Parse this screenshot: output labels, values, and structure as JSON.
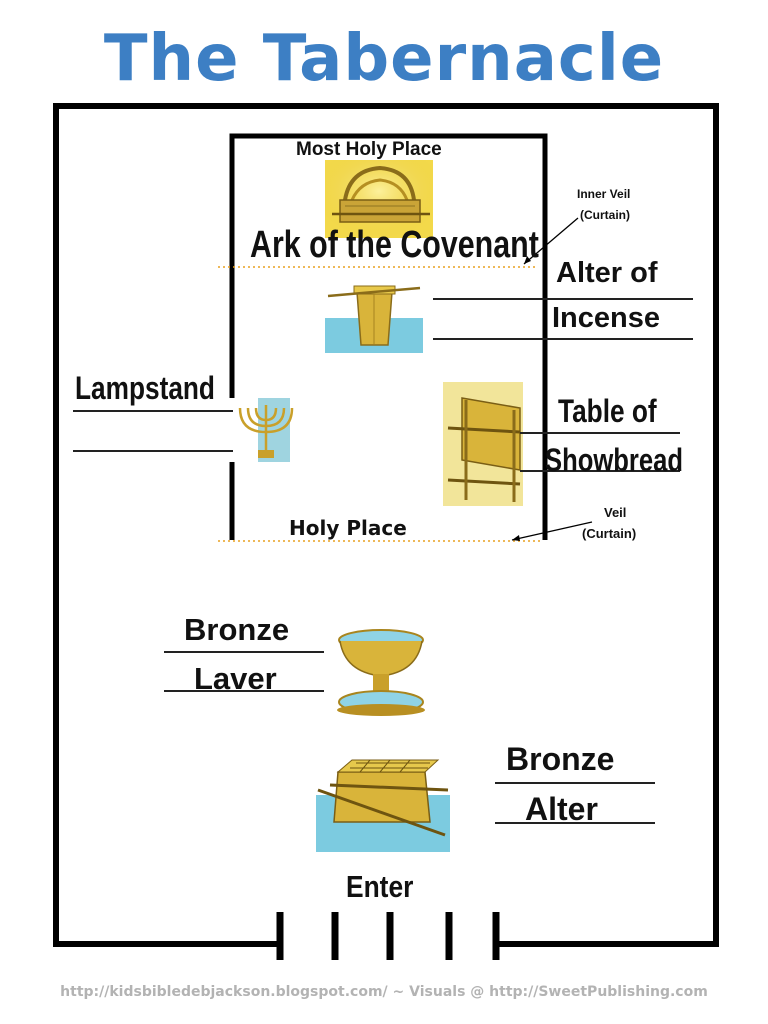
{
  "title": "The Tabernacle",
  "labels": {
    "most_holy_place": "Most Holy Place",
    "inner_veil": "Inner Veil",
    "inner_veil_sub": "(Curtain)",
    "ark": "Ark of the Covenant",
    "altar_incense_1": "Alter of",
    "altar_incense_2": "Incense",
    "lampstand": "Lampstand",
    "table_1": "Table of",
    "table_2": "Showbread",
    "veil": "Veil",
    "veil_sub": "(Curtain)",
    "holy_place": "Holy Place",
    "laver_1": "Bronze",
    "laver_2": "Laver",
    "altar_bronze_1": "Bronze",
    "altar_bronze_2": "Alter",
    "enter": "Enter"
  },
  "footer": "http://kidsbibledebjackson.blogspot.com/  ~ Visuals @ http://SweetPublishing.com",
  "colors": {
    "title": "#3d7fc4",
    "outline": "#000000",
    "gold": "#d9b43a",
    "water": "#6cc3d8",
    "veil_line": "#e8a020",
    "footer": "#b3b3b3"
  }
}
